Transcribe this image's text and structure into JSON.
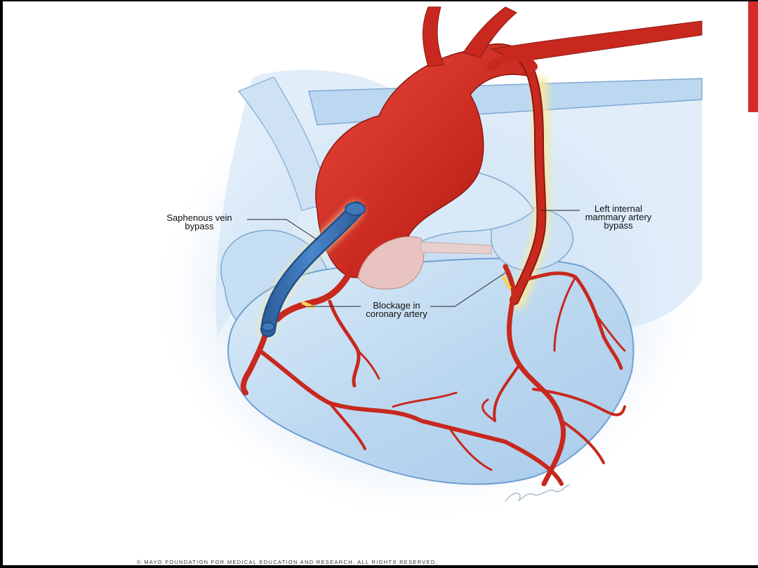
{
  "labels": {
    "saphenous_line1": "Saphenous vein",
    "saphenous_line2": "bypass",
    "mammary_line1": "Left internal",
    "mammary_line2": "mammary artery",
    "mammary_line3": "bypass",
    "blockage_line1": "Blockage in",
    "blockage_line2": "coronary artery"
  },
  "copyright": "© MAYO FOUNDATION FOR MEDICAL EDUCATION AND RESEARCH. ALL RIGHTS RESERVED.",
  "signature": "D.Chepenhy",
  "colors": {
    "artery": "#c8281e",
    "vein_graft": "#3f78b8",
    "heart_body": "#c9e1f3",
    "accent_bar": "#d42a2a"
  }
}
